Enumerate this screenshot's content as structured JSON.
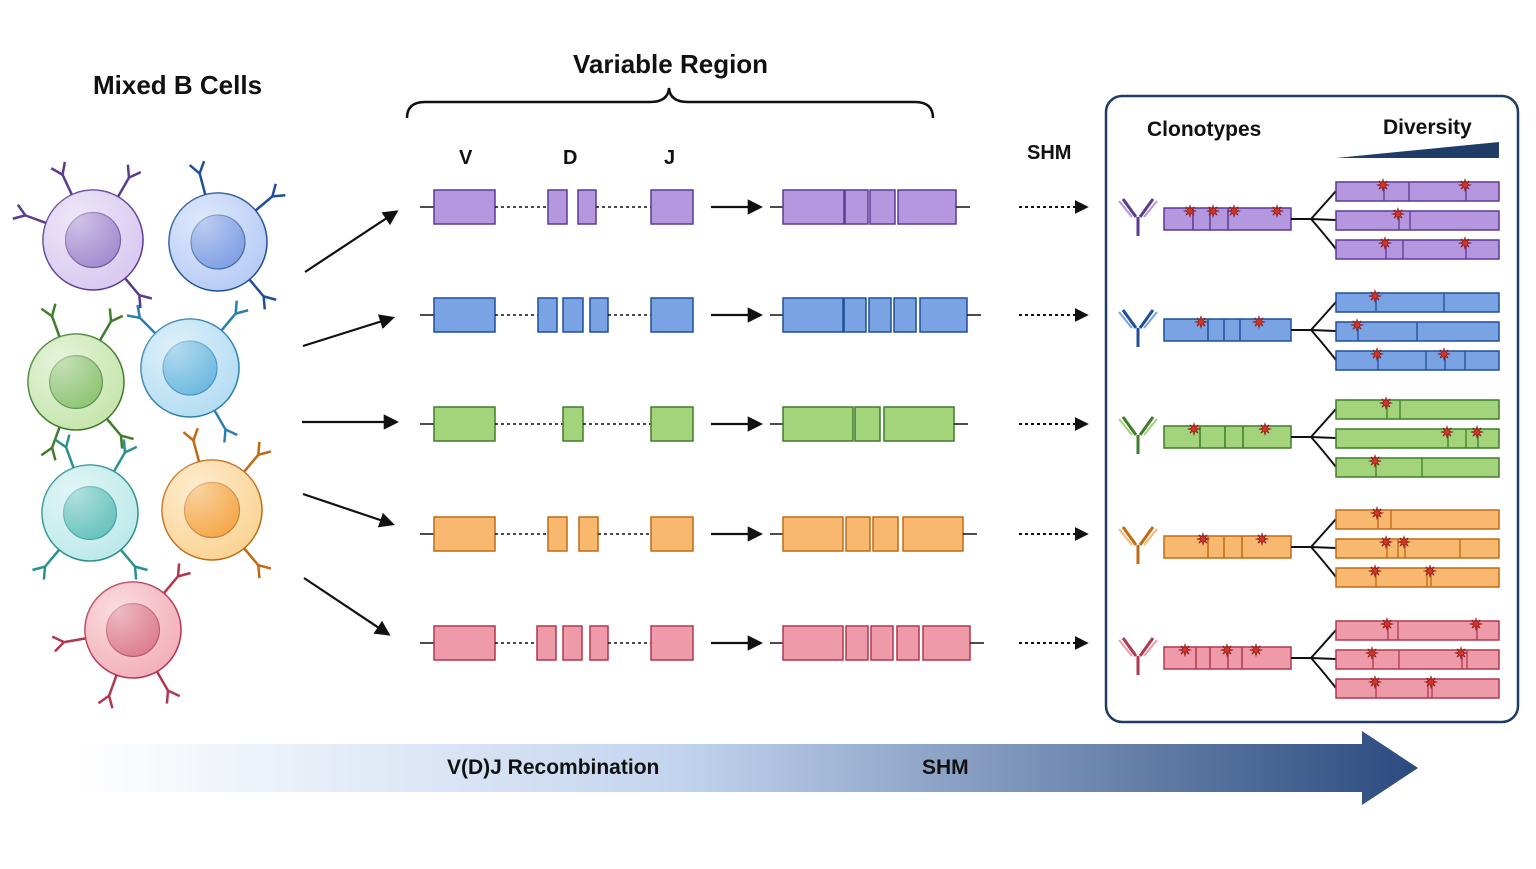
{
  "labels": {
    "mixed_cells": "Mixed B Cells",
    "variable_region": "Variable Region",
    "v": "V",
    "d": "D",
    "j": "J",
    "shm_top": "SHM",
    "clonotypes": "Clonotypes",
    "diversity": "Diversity",
    "vdj": "V(D)J Recombination",
    "shm_bottom": "SHM"
  },
  "colors": {
    "purple": {
      "fill": "#b497df",
      "stroke": "#5b3a92",
      "cell": "#d9cbf1",
      "nucleus": "#9478c8"
    },
    "blue": {
      "fill": "#7aa3e3",
      "stroke": "#1f4f99",
      "cell": "#b9cdf6",
      "nucleus": "#6b8fe0"
    },
    "green": {
      "fill": "#a3d47c",
      "stroke": "#3f7d2a",
      "cell": "#c8e6b0",
      "nucleus": "#7dbb5e"
    },
    "cyan": {
      "fill": "#9fd8ef",
      "stroke": "#2a7fb0",
      "cell": "#b6def3",
      "nucleus": "#56aedc"
    },
    "teal": {
      "fill": "#a9e2e2",
      "stroke": "#2a9090",
      "cell": "#bfeaea",
      "nucleus": "#4fb9b5"
    },
    "orange": {
      "fill": "#f8b870",
      "stroke": "#c06a12",
      "cell": "#fbd597",
      "nucleus": "#f39a2b"
    },
    "pink": {
      "fill": "#ee9aa8",
      "stroke": "#b1374e",
      "cell": "#f3b2bc",
      "nucleus": "#d8677c"
    },
    "panel_border": "#1f3d66",
    "diversity_wedge": "#1f3d66",
    "arrow_start": "#e9f0fa",
    "arrow_end": "#2b4a7e",
    "mutation": "#d8332a"
  },
  "icons": [
    "b-cell-icon",
    "antibody-icon",
    "mutation-star-icon",
    "right-arrow-icon",
    "brace-icon"
  ]
}
